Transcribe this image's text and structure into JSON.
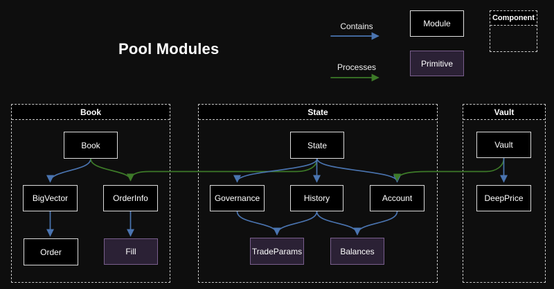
{
  "title": "Pool Modules",
  "legend": {
    "contains_label": "Contains",
    "processes_label": "Processes",
    "module_label": "Module",
    "primitive_label": "Primitive",
    "component_label": "Component"
  },
  "groups": {
    "book": "Book",
    "state": "State",
    "vault": "Vault"
  },
  "nodes": {
    "book": "Book",
    "bigvector": "BigVector",
    "orderinfo": "OrderInfo",
    "order": "Order",
    "fill": "Fill",
    "state": "State",
    "governance": "Governance",
    "history": "History",
    "account": "Account",
    "tradeparams": "TradeParams",
    "balances": "Balances",
    "vault": "Vault",
    "deepprice": "DeepPrice"
  },
  "edges": [
    {
      "from": "Book",
      "to": "BigVector",
      "type": "contains"
    },
    {
      "from": "Book",
      "to": "OrderInfo",
      "type": "processes"
    },
    {
      "from": "State",
      "to": "OrderInfo",
      "type": "processes"
    },
    {
      "from": "State",
      "to": "Governance",
      "type": "contains"
    },
    {
      "from": "State",
      "to": "History",
      "type": "contains"
    },
    {
      "from": "State",
      "to": "Account",
      "type": "contains"
    },
    {
      "from": "Vault",
      "to": "Account",
      "type": "processes"
    },
    {
      "from": "Vault",
      "to": "DeepPrice",
      "type": "contains"
    },
    {
      "from": "BigVector",
      "to": "Order",
      "type": "contains"
    },
    {
      "from": "OrderInfo",
      "to": "Fill",
      "type": "contains"
    },
    {
      "from": "Governance",
      "to": "TradeParams",
      "type": "contains"
    },
    {
      "from": "History",
      "to": "TradeParams",
      "type": "contains"
    },
    {
      "from": "History",
      "to": "Balances",
      "type": "contains"
    },
    {
      "from": "Account",
      "to": "Balances",
      "type": "contains"
    }
  ],
  "colors": {
    "background": "#0e0e0e",
    "module_fill": "#000000",
    "module_border": "#dcdcdc",
    "primitive_fill": "#2b2135",
    "primitive_border": "#7a5f8e",
    "group_dashed_border": "#c8c8c8",
    "contains_arrow": "#4a74b0",
    "processes_arrow": "#3d7a28",
    "text": "#ffffff"
  }
}
